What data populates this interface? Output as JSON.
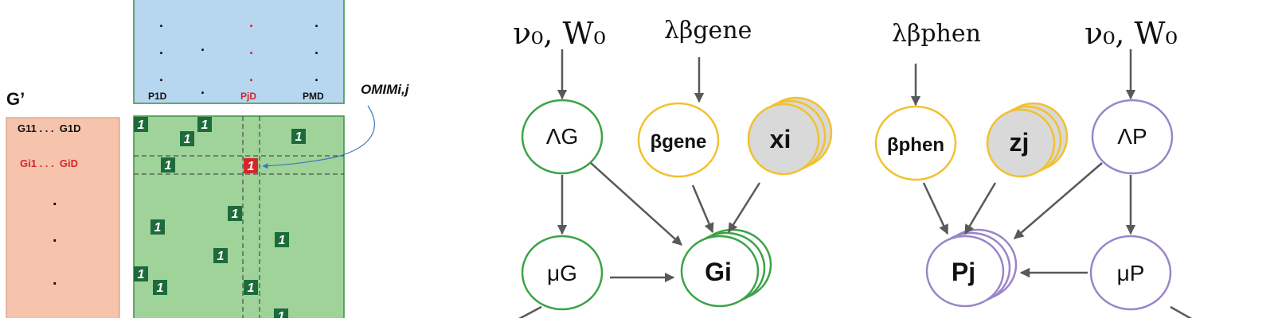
{
  "left_panel": {
    "p_row_labels": [
      "P1D",
      "PjD",
      "PMD"
    ],
    "g_prime_label": "G’",
    "omim_label": "OMIMi,j",
    "g_rows": [
      "G11 . . .  G1D",
      "Gi1 . . .  GiD"
    ],
    "one_mark": "1",
    "colors": {
      "blue_matrix": "#b7d6f0",
      "green_matrix": "#9fd39a",
      "salmon_matrix": "#f6c4ad",
      "cell_dark_green": "#1d6b3a",
      "highlight_red": "#d3272c",
      "matrix_border": "#3c8f46"
    }
  },
  "right_panel": {
    "hyper": {
      "nu_w_left": "ν₀, W₀",
      "lambda_gene": "λβgene",
      "lambda_phen": "λβphen",
      "nu_w_right": "ν₀, W₀"
    },
    "nodes": {
      "lambda_g": "ΛG",
      "beta_gene": "βgene",
      "x_i": "xi",
      "mu_g": "μG",
      "g_i": "Gi",
      "beta_phen": "βphen",
      "z_j": "zj",
      "lambda_p": "ΛP",
      "p_j": "Pj",
      "mu_p": "μP"
    },
    "colors": {
      "green": "#3aa346",
      "yellow": "#f2c12e",
      "purple": "#9a85c9",
      "observed_fill": "#d9d9d9",
      "arrow": "#595959"
    }
  }
}
